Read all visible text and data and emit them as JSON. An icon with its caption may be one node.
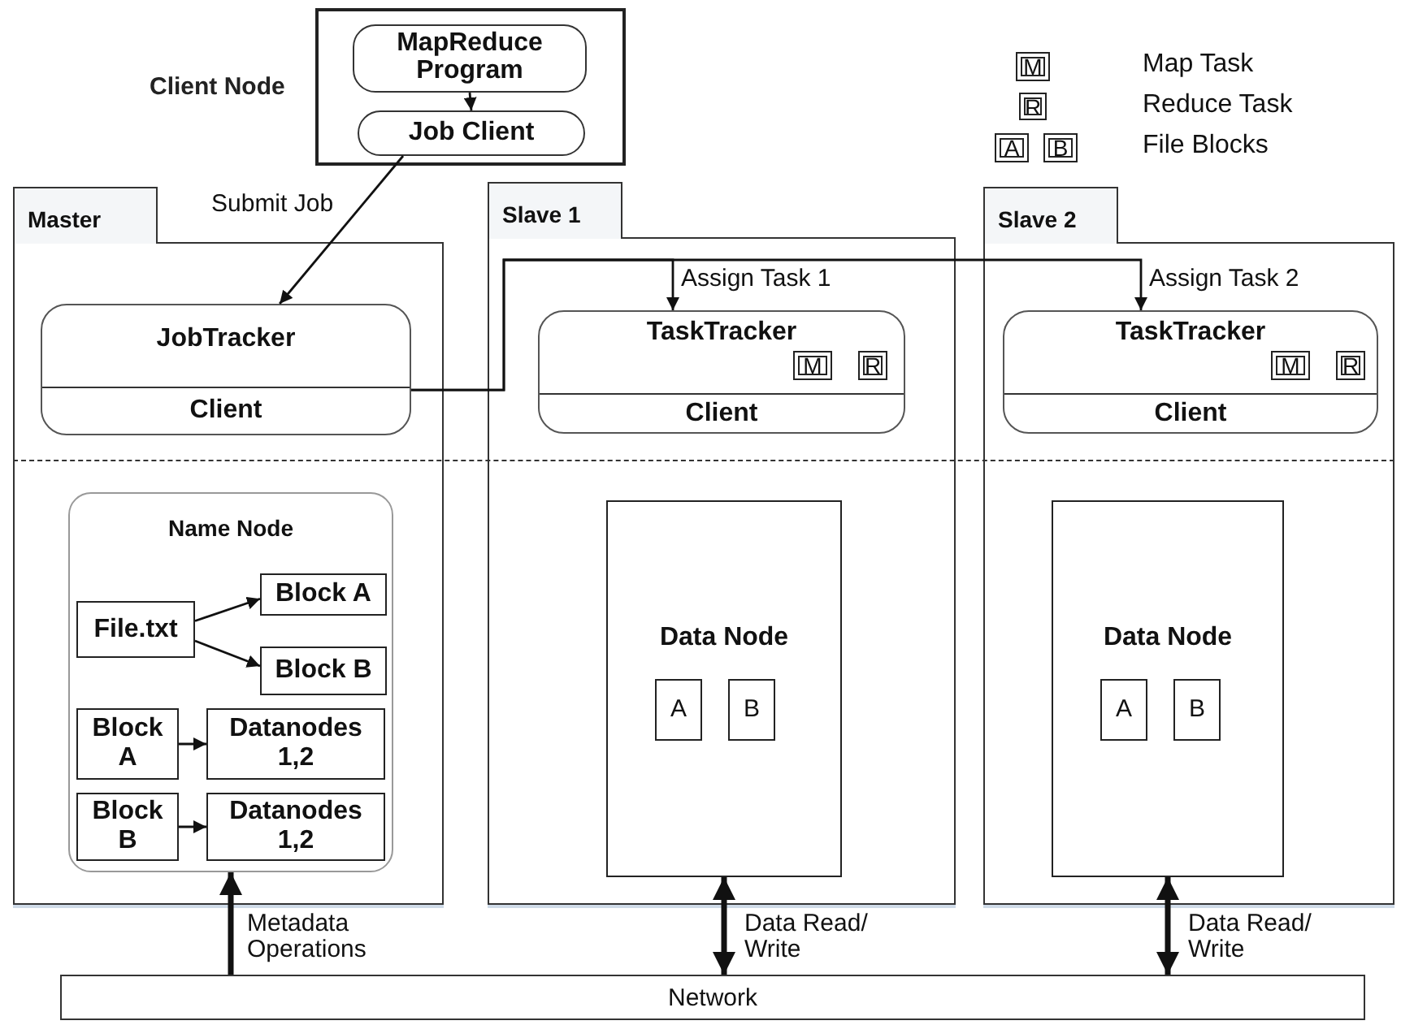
{
  "diagram": {
    "nodes": [
      {
        "text": [
          "Client Node"
        ]
      },
      {
        "text": [
          "MapReduce Program"
        ],
        "in": 0
      },
      {
        "text": [
          "Job Client"
        ],
        "in": 0
      },
      {
        "text": [
          "Master"
        ]
      },
      {
        "text": [
          "JobTracker",
          "Client"
        ],
        "in": 3
      },
      {
        "text": [
          "Name Node"
        ],
        "in": 3
      },
      {
        "text": [
          "File.txt"
        ],
        "in": 5
      },
      {
        "text": [
          "Block A"
        ],
        "in": 5
      },
      {
        "text": [
          "Block B"
        ],
        "in": 5
      },
      {
        "text": [
          "Block A"
        ],
        "in": 5
      },
      {
        "text": [
          "Datanodes 1,2"
        ],
        "in": 5
      },
      {
        "text": [
          "Block B"
        ],
        "in": 5
      },
      {
        "text": [
          "Datanodes 1,2"
        ],
        "in": 5
      },
      {
        "text": [
          "Slave 1"
        ]
      },
      {
        "text": [
          "TaskTracker",
          "Client"
        ],
        "in": 13
      },
      {
        "text": [
          "M"
        ],
        "in": 14
      },
      {
        "text": [
          "R"
        ],
        "in": 14
      },
      {
        "text": [
          "Data Node"
        ],
        "in": 13
      },
      {
        "text": [
          "A"
        ],
        "in": 17
      },
      {
        "text": [
          "B"
        ],
        "in": 17
      },
      {
        "text": [
          "Slave 2"
        ]
      },
      {
        "text": [
          "TaskTracker",
          "Client"
        ],
        "in": 20
      },
      {
        "text": [
          "M"
        ],
        "in": 21
      },
      {
        "text": [
          "R"
        ],
        "in": 21
      },
      {
        "text": [
          "Data Node"
        ],
        "in": 20
      },
      {
        "text": [
          "A"
        ],
        "in": 24
      },
      {
        "text": [
          "B"
        ],
        "in": 24
      },
      {
        "text": [
          "Network"
        ]
      },
      {
        "text": [
          "M"
        ]
      },
      {
        "text": [
          "R"
        ]
      },
      {
        "text": [
          "A"
        ]
      },
      {
        "text": [
          "B"
        ]
      }
    ],
    "edges": [
      {
        "from": 1,
        "to": 2,
        "arrow": "to"
      },
      {
        "from": 2,
        "to": 4,
        "arrow": "to",
        "label": "Submit Job"
      },
      {
        "from": 4,
        "to": 14,
        "arrow": "to",
        "label": "Assign Task 1"
      },
      {
        "from": 4,
        "to": 21,
        "arrow": "to",
        "label": "Assign Task 2"
      },
      {
        "from": 6,
        "to": 7,
        "arrow": "to"
      },
      {
        "from": 6,
        "to": 8,
        "arrow": "to"
      },
      {
        "from": 9,
        "to": 10,
        "arrow": "to"
      },
      {
        "from": 11,
        "to": 12,
        "arrow": "to"
      },
      {
        "from": 27,
        "to": 5,
        "arrow": "to",
        "label": "Metadata Operations",
        "style": "thick"
      },
      {
        "from": 27,
        "to": 17,
        "arrow": "both",
        "label": "Data Read/ Write",
        "style": "thick"
      },
      {
        "from": 27,
        "to": 24,
        "arrow": "both",
        "label": "Data Read/ Write",
        "style": "thick"
      }
    ],
    "labels": [
      "Map Task",
      "Reduce Task",
      "File Blocks"
    ]
  }
}
